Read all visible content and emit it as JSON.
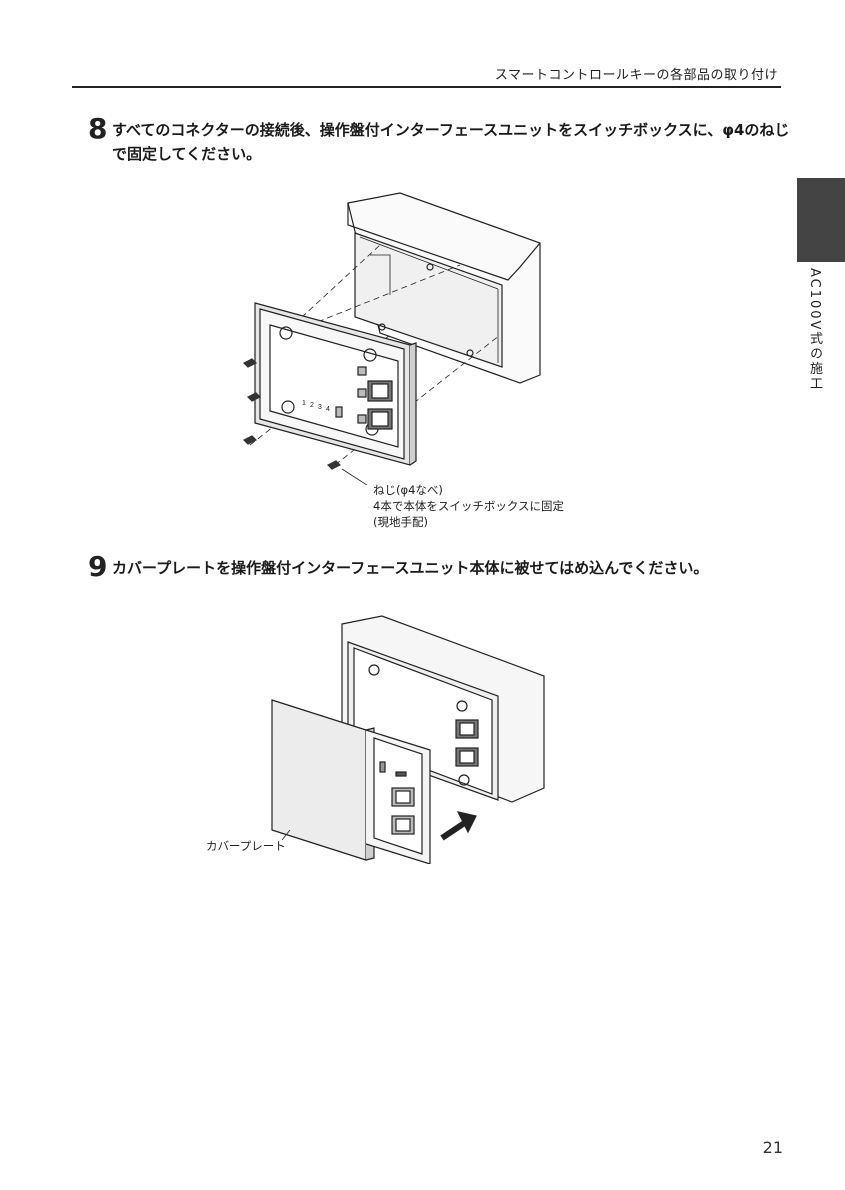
{
  "header": {
    "title": "スマートコントロールキーの各部品の取り付け"
  },
  "sidebar": {
    "label": "AC100V式の施工"
  },
  "steps": [
    {
      "number": "8",
      "text": "すべてのコネクターの接続後、操作盤付インターフェースユニットをスイッチボックスに、φ4のねじで固定してください。"
    },
    {
      "number": "9",
      "text": "カバープレートを操作盤付インターフェースユニット本体に被せてはめ込んでください。"
    }
  ],
  "figure1": {
    "screw_note": [
      "ねじ(φ4なべ)",
      "4本で本体をスイッチボックスに固定",
      "(現地手配)"
    ],
    "dip_labels": [
      "1",
      "2",
      "3",
      "4"
    ]
  },
  "figure2": {
    "cover_label": "カバープレート"
  },
  "page": {
    "number": "21"
  }
}
